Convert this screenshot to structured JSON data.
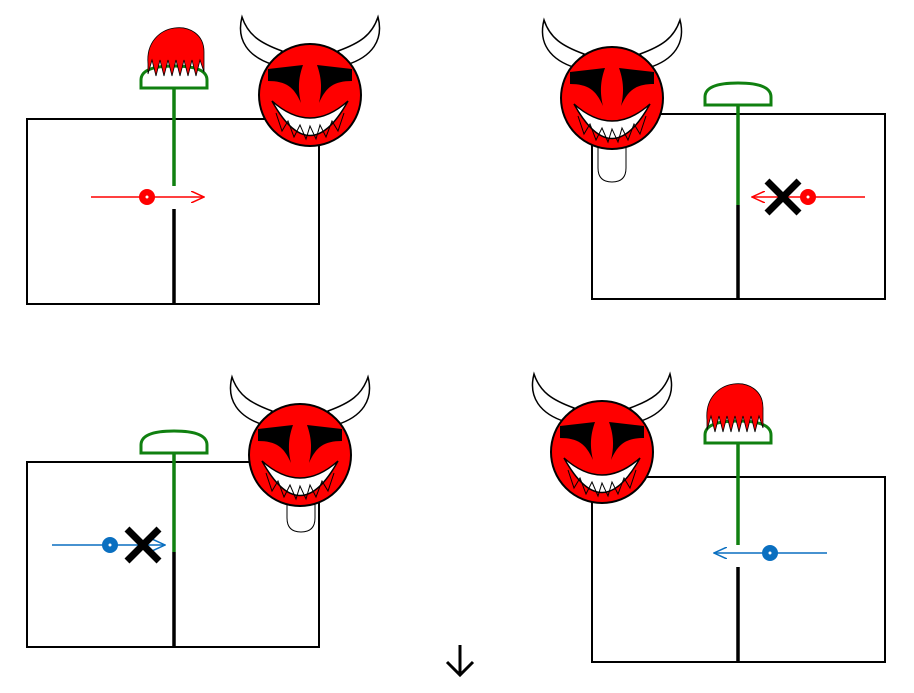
{
  "colors": {
    "demon": "#ff0000",
    "gate": "#108010",
    "wall": "#000000",
    "fast_particle": "#ff0000",
    "slow_particle": "#0a6fc0"
  },
  "panels": [
    {
      "particle": "fast",
      "direction": "right",
      "gate": "open",
      "blocked": false,
      "demon_tongue": false
    },
    {
      "particle": "fast",
      "direction": "left",
      "gate": "closed",
      "blocked": true,
      "demon_tongue": true
    },
    {
      "particle": "slow",
      "direction": "right",
      "gate": "closed",
      "blocked": true,
      "demon_tongue": true
    },
    {
      "particle": "slow",
      "direction": "left",
      "gate": "open",
      "blocked": false,
      "demon_tongue": false
    }
  ],
  "sequence_arrow": "down"
}
